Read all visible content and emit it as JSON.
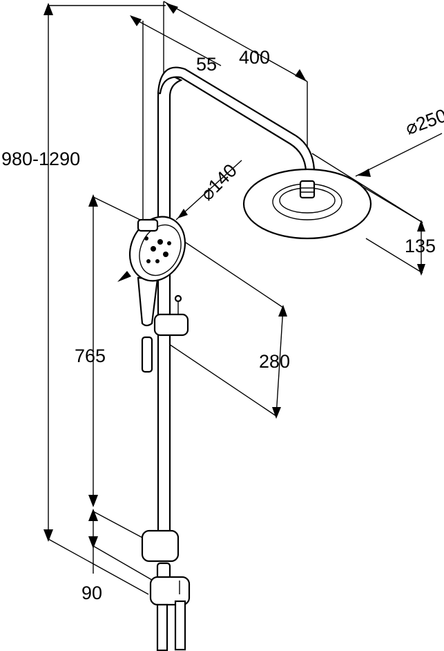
{
  "dimensions": {
    "total_height": "980-1290",
    "arm_offset": "55",
    "arm_length": "400",
    "head_diameter": "250",
    "hand_shower_diameter": "140",
    "head_height": "135",
    "holder_offset": "280",
    "bar_height": "765",
    "outlet_spacing": "90"
  },
  "symbols": {
    "diameter": "⌀"
  }
}
